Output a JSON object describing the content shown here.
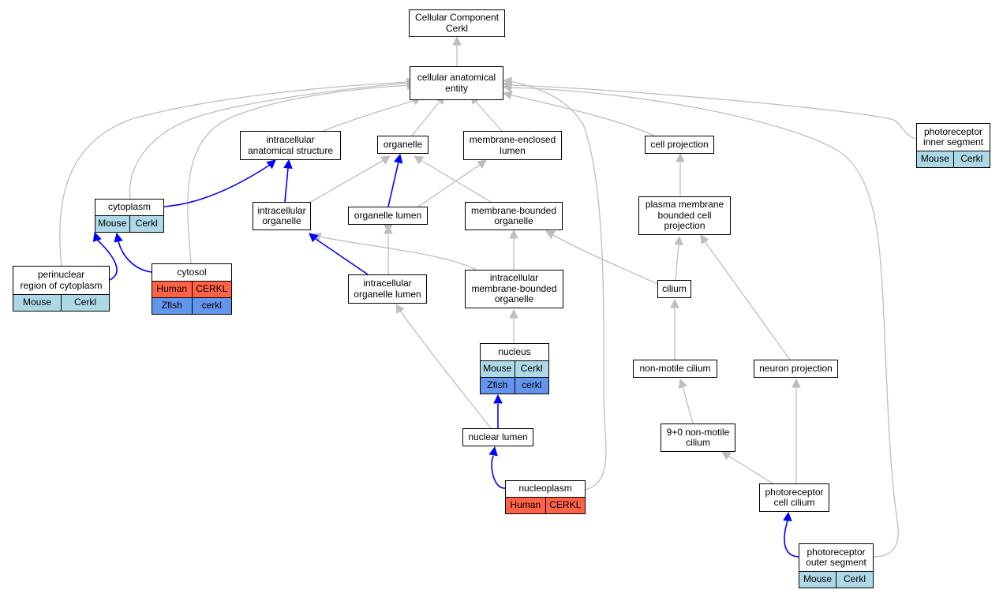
{
  "colors": {
    "mouse": "#add8e6",
    "human": "#ff6347",
    "zfish": "#6495ed",
    "grey_edge": "#bebebe",
    "blue_edge": "#0000ff"
  },
  "nodes": {
    "root": {
      "lines": [
        "Cellular Component",
        "Cerkl"
      ],
      "rows": []
    },
    "cae": {
      "lines": [
        "cellular anatomical",
        "entity"
      ],
      "rows": []
    },
    "ias": {
      "lines": [
        "intracellular",
        "anatomical structure"
      ],
      "rows": []
    },
    "org": {
      "lines": [
        "organelle"
      ],
      "rows": []
    },
    "mel": {
      "lines": [
        "membrane-enclosed",
        "lumen"
      ],
      "rows": []
    },
    "cp": {
      "lines": [
        "cell projection"
      ],
      "rows": []
    },
    "pris": {
      "lines": [
        "photoreceptor",
        "inner segment"
      ],
      "rows": [
        [
          {
            "text": "Mouse",
            "kind": "mouse"
          },
          {
            "text": "Cerkl",
            "kind": "mouse"
          }
        ]
      ]
    },
    "cyto": {
      "lines": [
        "cytoplasm"
      ],
      "rows": [
        [
          {
            "text": "Mouse",
            "kind": "mouse"
          },
          {
            "text": "Cerkl",
            "kind": "mouse"
          }
        ]
      ]
    },
    "io": {
      "lines": [
        "intracellular",
        "organelle"
      ],
      "rows": []
    },
    "ol": {
      "lines": [
        "organelle lumen"
      ],
      "rows": []
    },
    "mbo": {
      "lines": [
        "membrane-bounded",
        "organelle"
      ],
      "rows": []
    },
    "pmbcp": {
      "lines": [
        "plasma membrane",
        "bounded cell",
        "projection"
      ],
      "rows": []
    },
    "perinuc": {
      "lines": [
        "perinuclear",
        "region of cytoplasm"
      ],
      "rows": [
        [
          {
            "text": "Mouse",
            "kind": "mouse"
          },
          {
            "text": "Cerkl",
            "kind": "mouse"
          }
        ]
      ]
    },
    "cytosol": {
      "lines": [
        "cytosol"
      ],
      "rows": [
        [
          {
            "text": "Human",
            "kind": "human"
          },
          {
            "text": "CERKL",
            "kind": "human"
          }
        ],
        [
          {
            "text": "Zfish",
            "kind": "zfish"
          },
          {
            "text": "cerkl",
            "kind": "zfish"
          }
        ]
      ]
    },
    "iol": {
      "lines": [
        "intracellular",
        "organelle lumen"
      ],
      "rows": []
    },
    "imbo": {
      "lines": [
        "intracellular",
        "membrane-bounded",
        "organelle"
      ],
      "rows": []
    },
    "cilium": {
      "lines": [
        "cilium"
      ],
      "rows": []
    },
    "nucleus": {
      "lines": [
        "nucleus"
      ],
      "rows": [
        [
          {
            "text": "Mouse",
            "kind": "mouse"
          },
          {
            "text": "Cerkl",
            "kind": "mouse"
          }
        ],
        [
          {
            "text": "Zfish",
            "kind": "zfish"
          },
          {
            "text": "cerkl",
            "kind": "zfish"
          }
        ]
      ]
    },
    "nmc": {
      "lines": [
        "non-motile cilium"
      ],
      "rows": []
    },
    "np": {
      "lines": [
        "neuron projection"
      ],
      "rows": []
    },
    "nl": {
      "lines": [
        "nuclear lumen"
      ],
      "rows": []
    },
    "nmc90": {
      "lines": [
        "9+0 non-motile",
        "cilium"
      ],
      "rows": []
    },
    "nucleo": {
      "lines": [
        "nucleoplasm"
      ],
      "rows": [
        [
          {
            "text": "Human",
            "kind": "human"
          },
          {
            "text": "CERKL",
            "kind": "human"
          }
        ]
      ]
    },
    "pcc": {
      "lines": [
        "photoreceptor",
        "cell cilium"
      ],
      "rows": []
    },
    "pos": {
      "lines": [
        "photoreceptor",
        "outer segment"
      ],
      "rows": [
        [
          {
            "text": "Mouse",
            "kind": "mouse"
          },
          {
            "text": "Cerkl",
            "kind": "mouse"
          }
        ]
      ]
    }
  }
}
